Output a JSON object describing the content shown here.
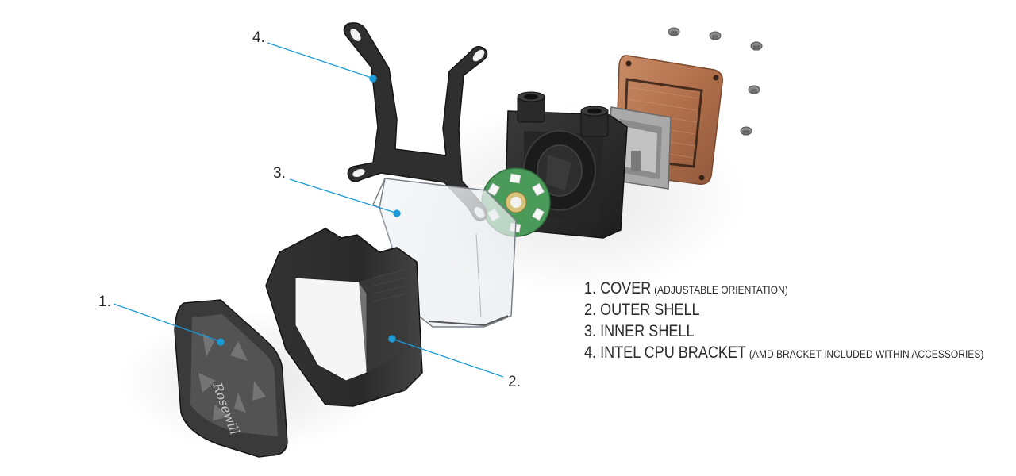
{
  "diagram": {
    "callouts": [
      {
        "id": "callout-1",
        "number": "1."
      },
      {
        "id": "callout-2",
        "number": "2."
      },
      {
        "id": "callout-3",
        "number": "3."
      },
      {
        "id": "callout-4",
        "number": "4."
      }
    ],
    "cover_logo_text": "Rosewill",
    "legend": [
      {
        "main": "1.  COVER",
        "note": "(ADJUSTABLE ORIENTATION)"
      },
      {
        "main": "2. OUTER SHELL",
        "note": ""
      },
      {
        "main": "3. INNER SHELL",
        "note": ""
      },
      {
        "main": "4. INTEL CPU BRACKET",
        "note": "(AMD BRACKET INCLUDED WITHIN ACCESSORIES)"
      }
    ],
    "colors": {
      "leader_line": "#1a9ad6",
      "part_dark": "#2c2c2c",
      "copper": "#b87752",
      "pcb_green": "#4a9a5a",
      "gray_frame": "#9a9a9a"
    }
  }
}
